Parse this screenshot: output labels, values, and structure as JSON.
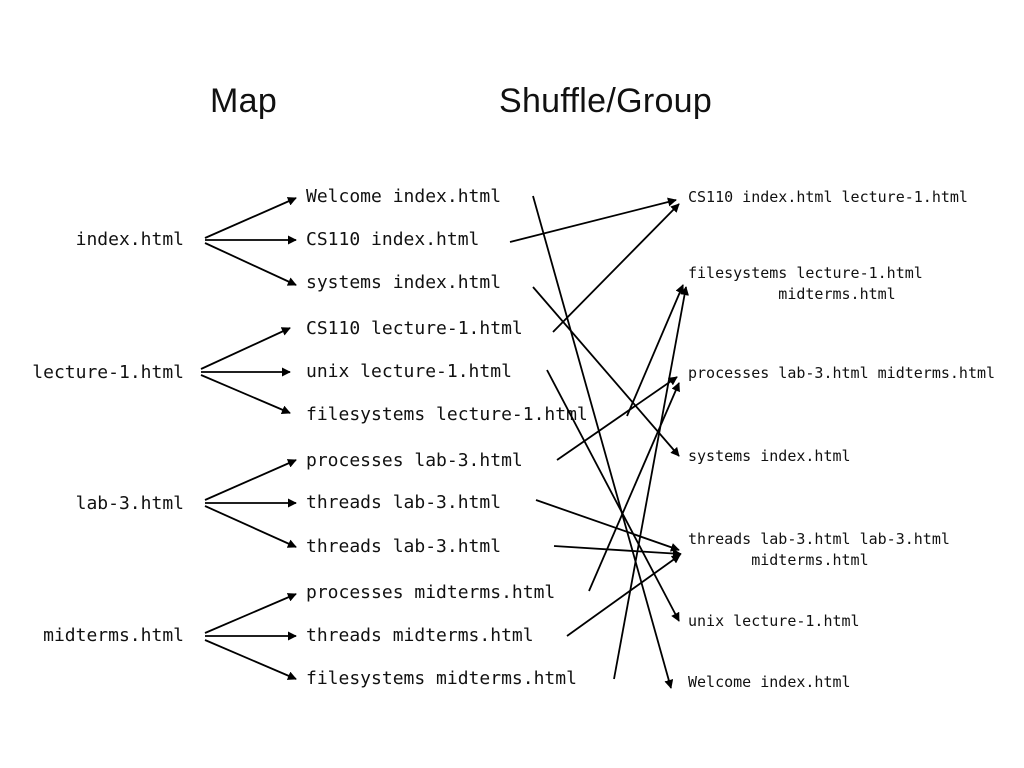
{
  "headings": {
    "map": "Map",
    "shuffle": "Shuffle/Group"
  },
  "inputs": [
    "index.html",
    "lecture-1.html",
    "lab-3.html",
    "midterms.html"
  ],
  "map_outputs": [
    "Welcome index.html",
    "CS110 index.html",
    "systems index.html",
    "CS110 lecture-1.html",
    "unix lecture-1.html",
    "filesystems lecture-1.html",
    "processes lab-3.html",
    "threads lab-3.html",
    "threads lab-3.html",
    "processes midterms.html",
    "threads midterms.html",
    "filesystems midterms.html"
  ],
  "groups": [
    "CS110 index.html lecture-1.html",
    "filesystems lecture-1.html\n          midterms.html",
    "processes lab-3.html midterms.html",
    "systems index.html",
    "threads lab-3.html lab-3.html\n       midterms.html",
    "unix lecture-1.html",
    "Welcome index.html"
  ],
  "shuffle_edges": [
    {
      "from": "Welcome index.html",
      "to": "Welcome index.html"
    },
    {
      "from": "CS110 index.html",
      "to": "CS110 index.html lecture-1.html"
    },
    {
      "from": "systems index.html",
      "to": "systems index.html"
    },
    {
      "from": "CS110 lecture-1.html",
      "to": "CS110 index.html lecture-1.html"
    },
    {
      "from": "unix lecture-1.html",
      "to": "unix lecture-1.html"
    },
    {
      "from": "filesystems lecture-1.html",
      "to": "filesystems lecture-1.html midterms.html"
    },
    {
      "from": "processes lab-3.html",
      "to": "processes lab-3.html midterms.html"
    },
    {
      "from": "threads lab-3.html",
      "to": "threads lab-3.html lab-3.html midterms.html"
    },
    {
      "from": "threads lab-3.html",
      "to": "threads lab-3.html lab-3.html midterms.html"
    },
    {
      "from": "processes midterms.html",
      "to": "processes lab-3.html midterms.html"
    },
    {
      "from": "threads midterms.html",
      "to": "threads lab-3.html lab-3.html midterms.html"
    },
    {
      "from": "filesystems midterms.html",
      "to": "filesystems lecture-1.html midterms.html"
    }
  ]
}
